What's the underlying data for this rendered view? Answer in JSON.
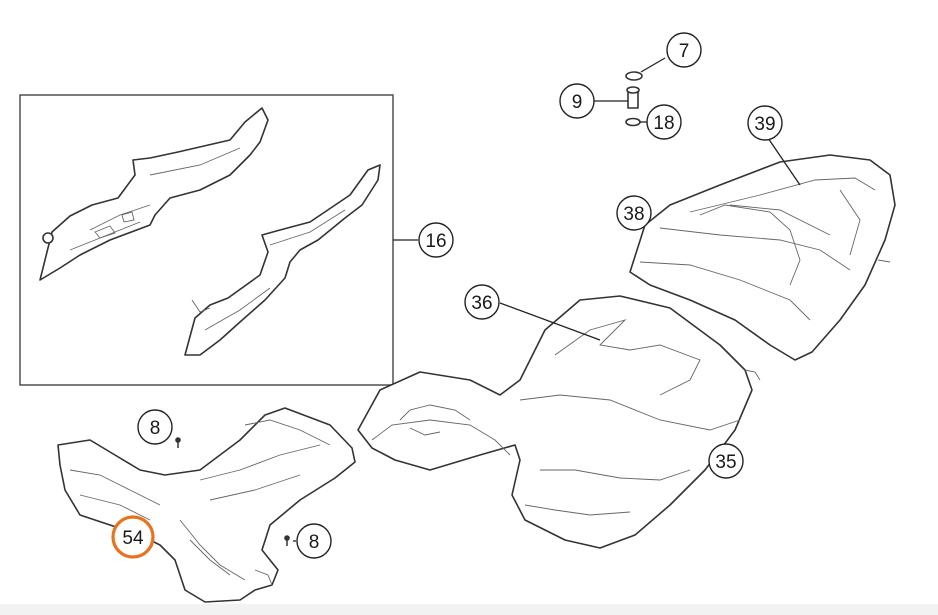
{
  "diagram": {
    "labels": [
      {
        "id": "7",
        "text": "7"
      },
      {
        "id": "9",
        "text": "9"
      },
      {
        "id": "18",
        "text": "18"
      },
      {
        "id": "39",
        "text": "39"
      },
      {
        "id": "38",
        "text": "38"
      },
      {
        "id": "16",
        "text": "16"
      },
      {
        "id": "36",
        "text": "36"
      },
      {
        "id": "35",
        "text": "35"
      },
      {
        "id": "8a",
        "text": "8"
      },
      {
        "id": "8b",
        "text": "8"
      },
      {
        "id": "54",
        "text": "54"
      }
    ],
    "highlight": {
      "label": "54",
      "color": "#e8731e"
    },
    "line_color": "#222222"
  }
}
